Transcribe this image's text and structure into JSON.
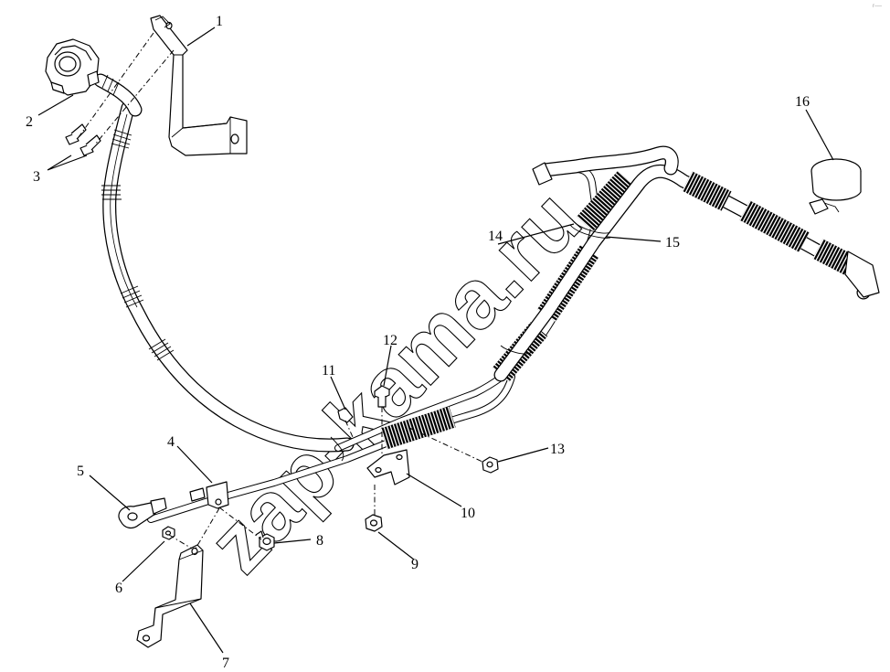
{
  "watermark": "zap-kama.ru",
  "callouts": [
    {
      "id": "c1",
      "number": "1"
    },
    {
      "id": "c2",
      "number": "2"
    },
    {
      "id": "c3",
      "number": "3"
    },
    {
      "id": "c4",
      "number": "4"
    },
    {
      "id": "c5",
      "number": "5"
    },
    {
      "id": "c6",
      "number": "6"
    },
    {
      "id": "c7",
      "number": "7"
    },
    {
      "id": "c8",
      "number": "8"
    },
    {
      "id": "c9",
      "number": "9"
    },
    {
      "id": "c10",
      "number": "10"
    },
    {
      "id": "c11",
      "number": "11"
    },
    {
      "id": "c12",
      "number": "12"
    },
    {
      "id": "c13",
      "number": "13"
    },
    {
      "id": "c14",
      "number": "14"
    },
    {
      "id": "c15",
      "number": "15"
    },
    {
      "id": "c16",
      "number": "16"
    }
  ]
}
